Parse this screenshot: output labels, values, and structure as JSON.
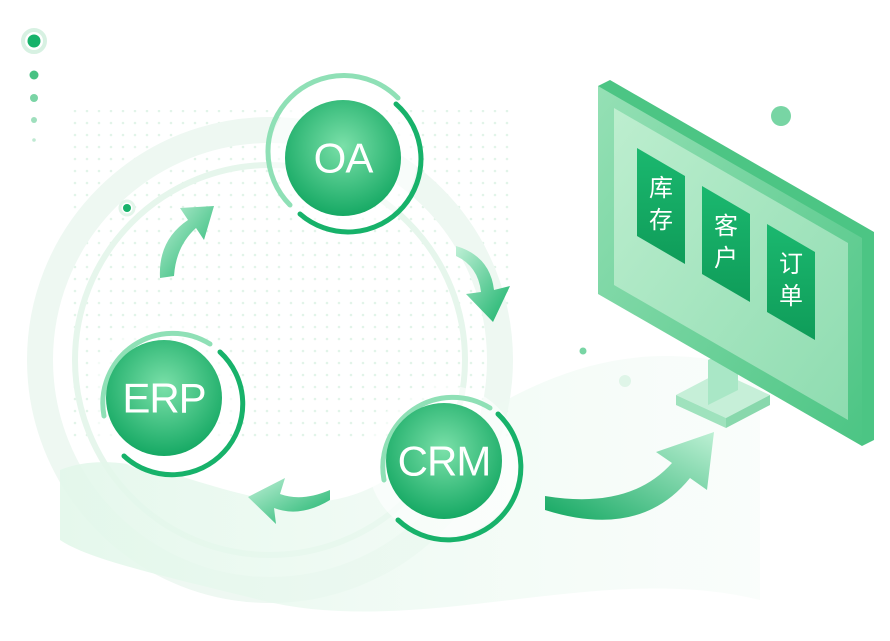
{
  "nodes": {
    "oa": {
      "label": "OA"
    },
    "crm": {
      "label": "CRM"
    },
    "erp": {
      "label": "ERP"
    }
  },
  "monitor": {
    "panels": [
      {
        "chars": [
          "库",
          "存"
        ]
      },
      {
        "chars": [
          "客",
          "户"
        ]
      },
      {
        "chars": [
          "订",
          "单"
        ]
      }
    ]
  },
  "colors": {
    "primary": "#17b26a",
    "dark": "#0d9a57",
    "light": "#a9e9c8",
    "pale": "#e8f8ef"
  }
}
